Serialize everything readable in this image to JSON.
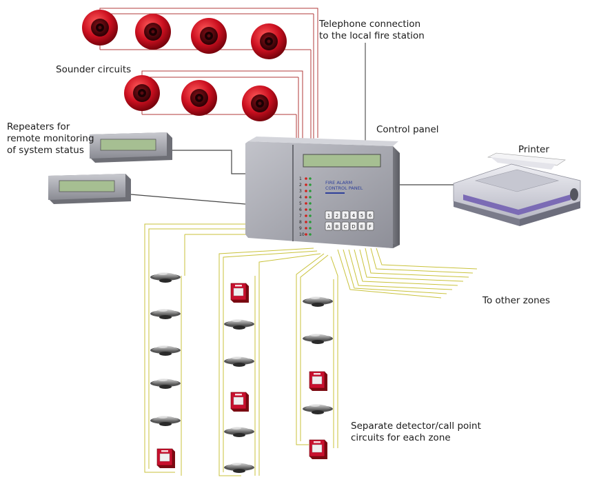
{
  "labels": {
    "telephone_line1": "Telephone connection",
    "telephone_line2": "to the local fire station",
    "sounder": "Sounder circuits",
    "repeaters_line1": "Repeaters for",
    "repeaters_line2": "remote monitoring",
    "repeaters_line3": "of system status",
    "control_panel": "Control panel",
    "printer": "Printer",
    "other_zones": "To other zones",
    "separate_line1": "Separate detector/call point",
    "separate_line2": "circuits for each zone"
  },
  "panel": {
    "title_line1": "FIRE ALARM",
    "title_line2": "CONTROL PANEL",
    "zone_numbers": [
      "1",
      "2",
      "3",
      "4",
      "5",
      "6",
      "7",
      "8",
      "9",
      "10"
    ],
    "keys_row1": [
      "1",
      "2",
      "3",
      "4",
      "5",
      "6"
    ],
    "keys_row2": [
      "A",
      "B",
      "C",
      "D",
      "E",
      "F"
    ]
  },
  "colors": {
    "sounder_red": "#c8102e",
    "sounder_wire": "#b23a3a",
    "detector_wire": "#c9c23a",
    "call_point_red": "#c8102e",
    "panel_grey": "#a9aab2",
    "lcd_green": "#a6bf92"
  }
}
